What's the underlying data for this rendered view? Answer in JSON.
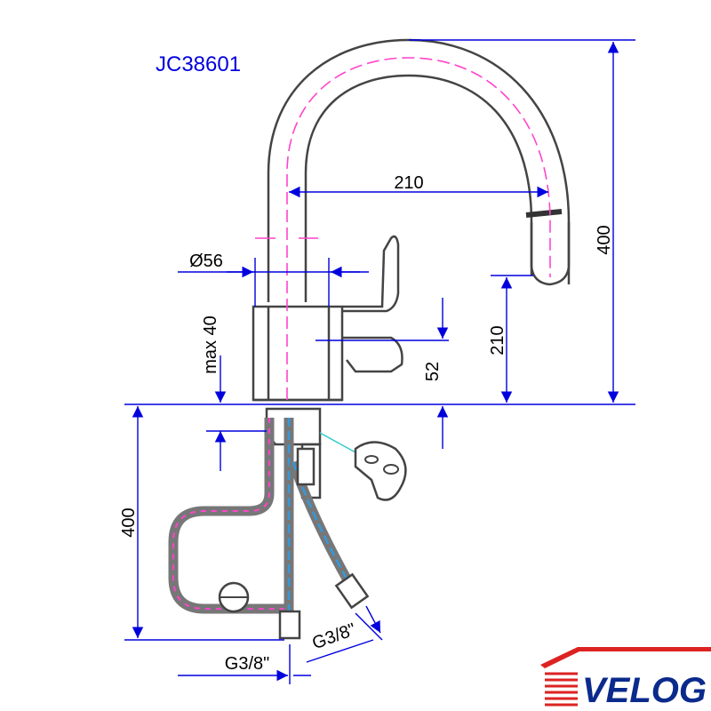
{
  "model": "JC38601",
  "colors": {
    "dimension": "#0000dd",
    "outline": "#444444",
    "centerline": "#ff44cc",
    "water_line": "#3399dd",
    "hose_braid": "#777777",
    "logo_red": "#dd2222",
    "logo_blue": "#0a2a8c"
  },
  "dimensions": {
    "spout_reach": "210",
    "total_height": "400",
    "body_diameter": "Ø56",
    "spout_outlet_height": "210",
    "max_deck_thickness": "max 40",
    "lever_height": "52",
    "hose_length": "400",
    "inlet_thread_left": "G3/8\"",
    "inlet_thread_right": "G3/8\""
  },
  "logo": {
    "text": "VELOG"
  }
}
